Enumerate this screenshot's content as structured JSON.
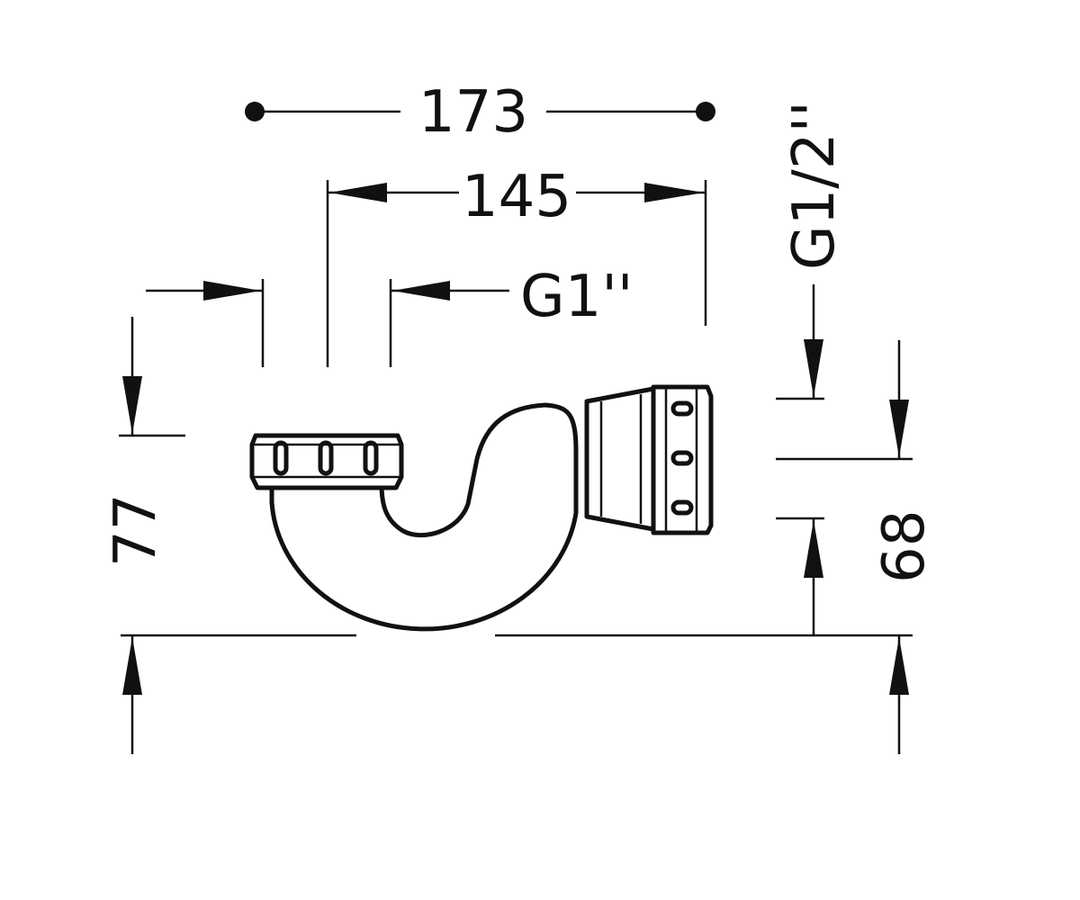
{
  "dimensions": {
    "overall_width": "173",
    "outlet_spacing": "145",
    "inlet_thread": "G1''",
    "outlet_thread": "G1/2''",
    "inlet_height": "77",
    "outlet_height": "68"
  },
  "colors": {
    "line": "#111111",
    "background": "#ffffff"
  }
}
